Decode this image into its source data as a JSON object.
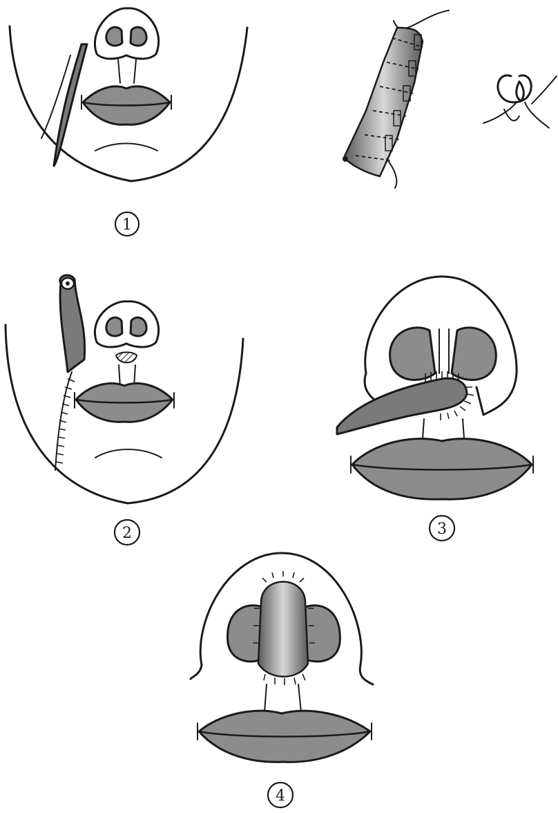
{
  "panels": [
    {
      "id": "panel-1",
      "label": "1"
    },
    {
      "id": "panel-2",
      "label": "2"
    },
    {
      "id": "panel-3",
      "label": "3"
    },
    {
      "id": "panel-4",
      "label": "4"
    }
  ],
  "colors": {
    "line": "#1a1a1a",
    "fill": "#8c8c8c",
    "flap": "#7a7a7a",
    "background": "#ffffff"
  }
}
